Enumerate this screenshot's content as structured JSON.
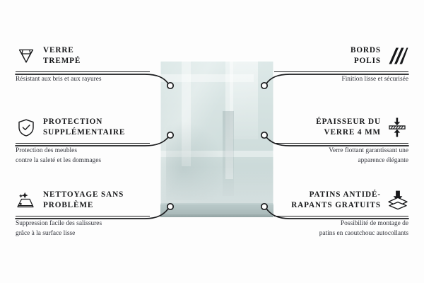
{
  "meta": {
    "background_color": "#fdfdfd",
    "line_color": "#1b1c1e",
    "text_color": "#17181a",
    "glass_color": "#d5e2e1"
  },
  "product": {
    "image_name": "tempered-glass-panel",
    "alt": "Panneau en verre trempé"
  },
  "features": {
    "left": [
      {
        "icon": "diamond-icon",
        "title_lines": [
          "VERRE",
          "TREMPÉ"
        ],
        "description_lines": [
          "Résistant aux bris et aux rayures"
        ]
      },
      {
        "icon": "shield-check-icon",
        "title_lines": [
          "PROTECTION",
          "SUPPLÉMENTAIRE"
        ],
        "description_lines": [
          "Protection des meubles",
          "contre la saleté et les dommages"
        ]
      },
      {
        "icon": "sponge-sparkle-icon",
        "title_lines": [
          "NETTOYAGE SANS",
          "PROBLÈME"
        ],
        "description_lines": [
          "Suppression facile des salissures",
          "grâce à la surface lisse"
        ]
      }
    ],
    "right": [
      {
        "icon": "diagonal-stripes-icon",
        "title_lines": [
          "BORDS",
          "POLIS"
        ],
        "description_lines": [
          "Finition lisse et sécurisée"
        ]
      },
      {
        "icon": "thickness-arrows-icon",
        "title_lines": [
          "ÉPAISSEUR DU",
          "VERRE 4 MM"
        ],
        "description_lines": [
          "Verre flottant garantissant une",
          "apparence élégante"
        ]
      },
      {
        "icon": "pad-stack-arrow-icon",
        "title_lines": [
          "PATINS ANTIDÉ-",
          "RAPANTS GRATUITS"
        ],
        "description_lines": [
          "Possibilité de montage de",
          "patins en caoutchouc autocollants"
        ]
      }
    ]
  }
}
